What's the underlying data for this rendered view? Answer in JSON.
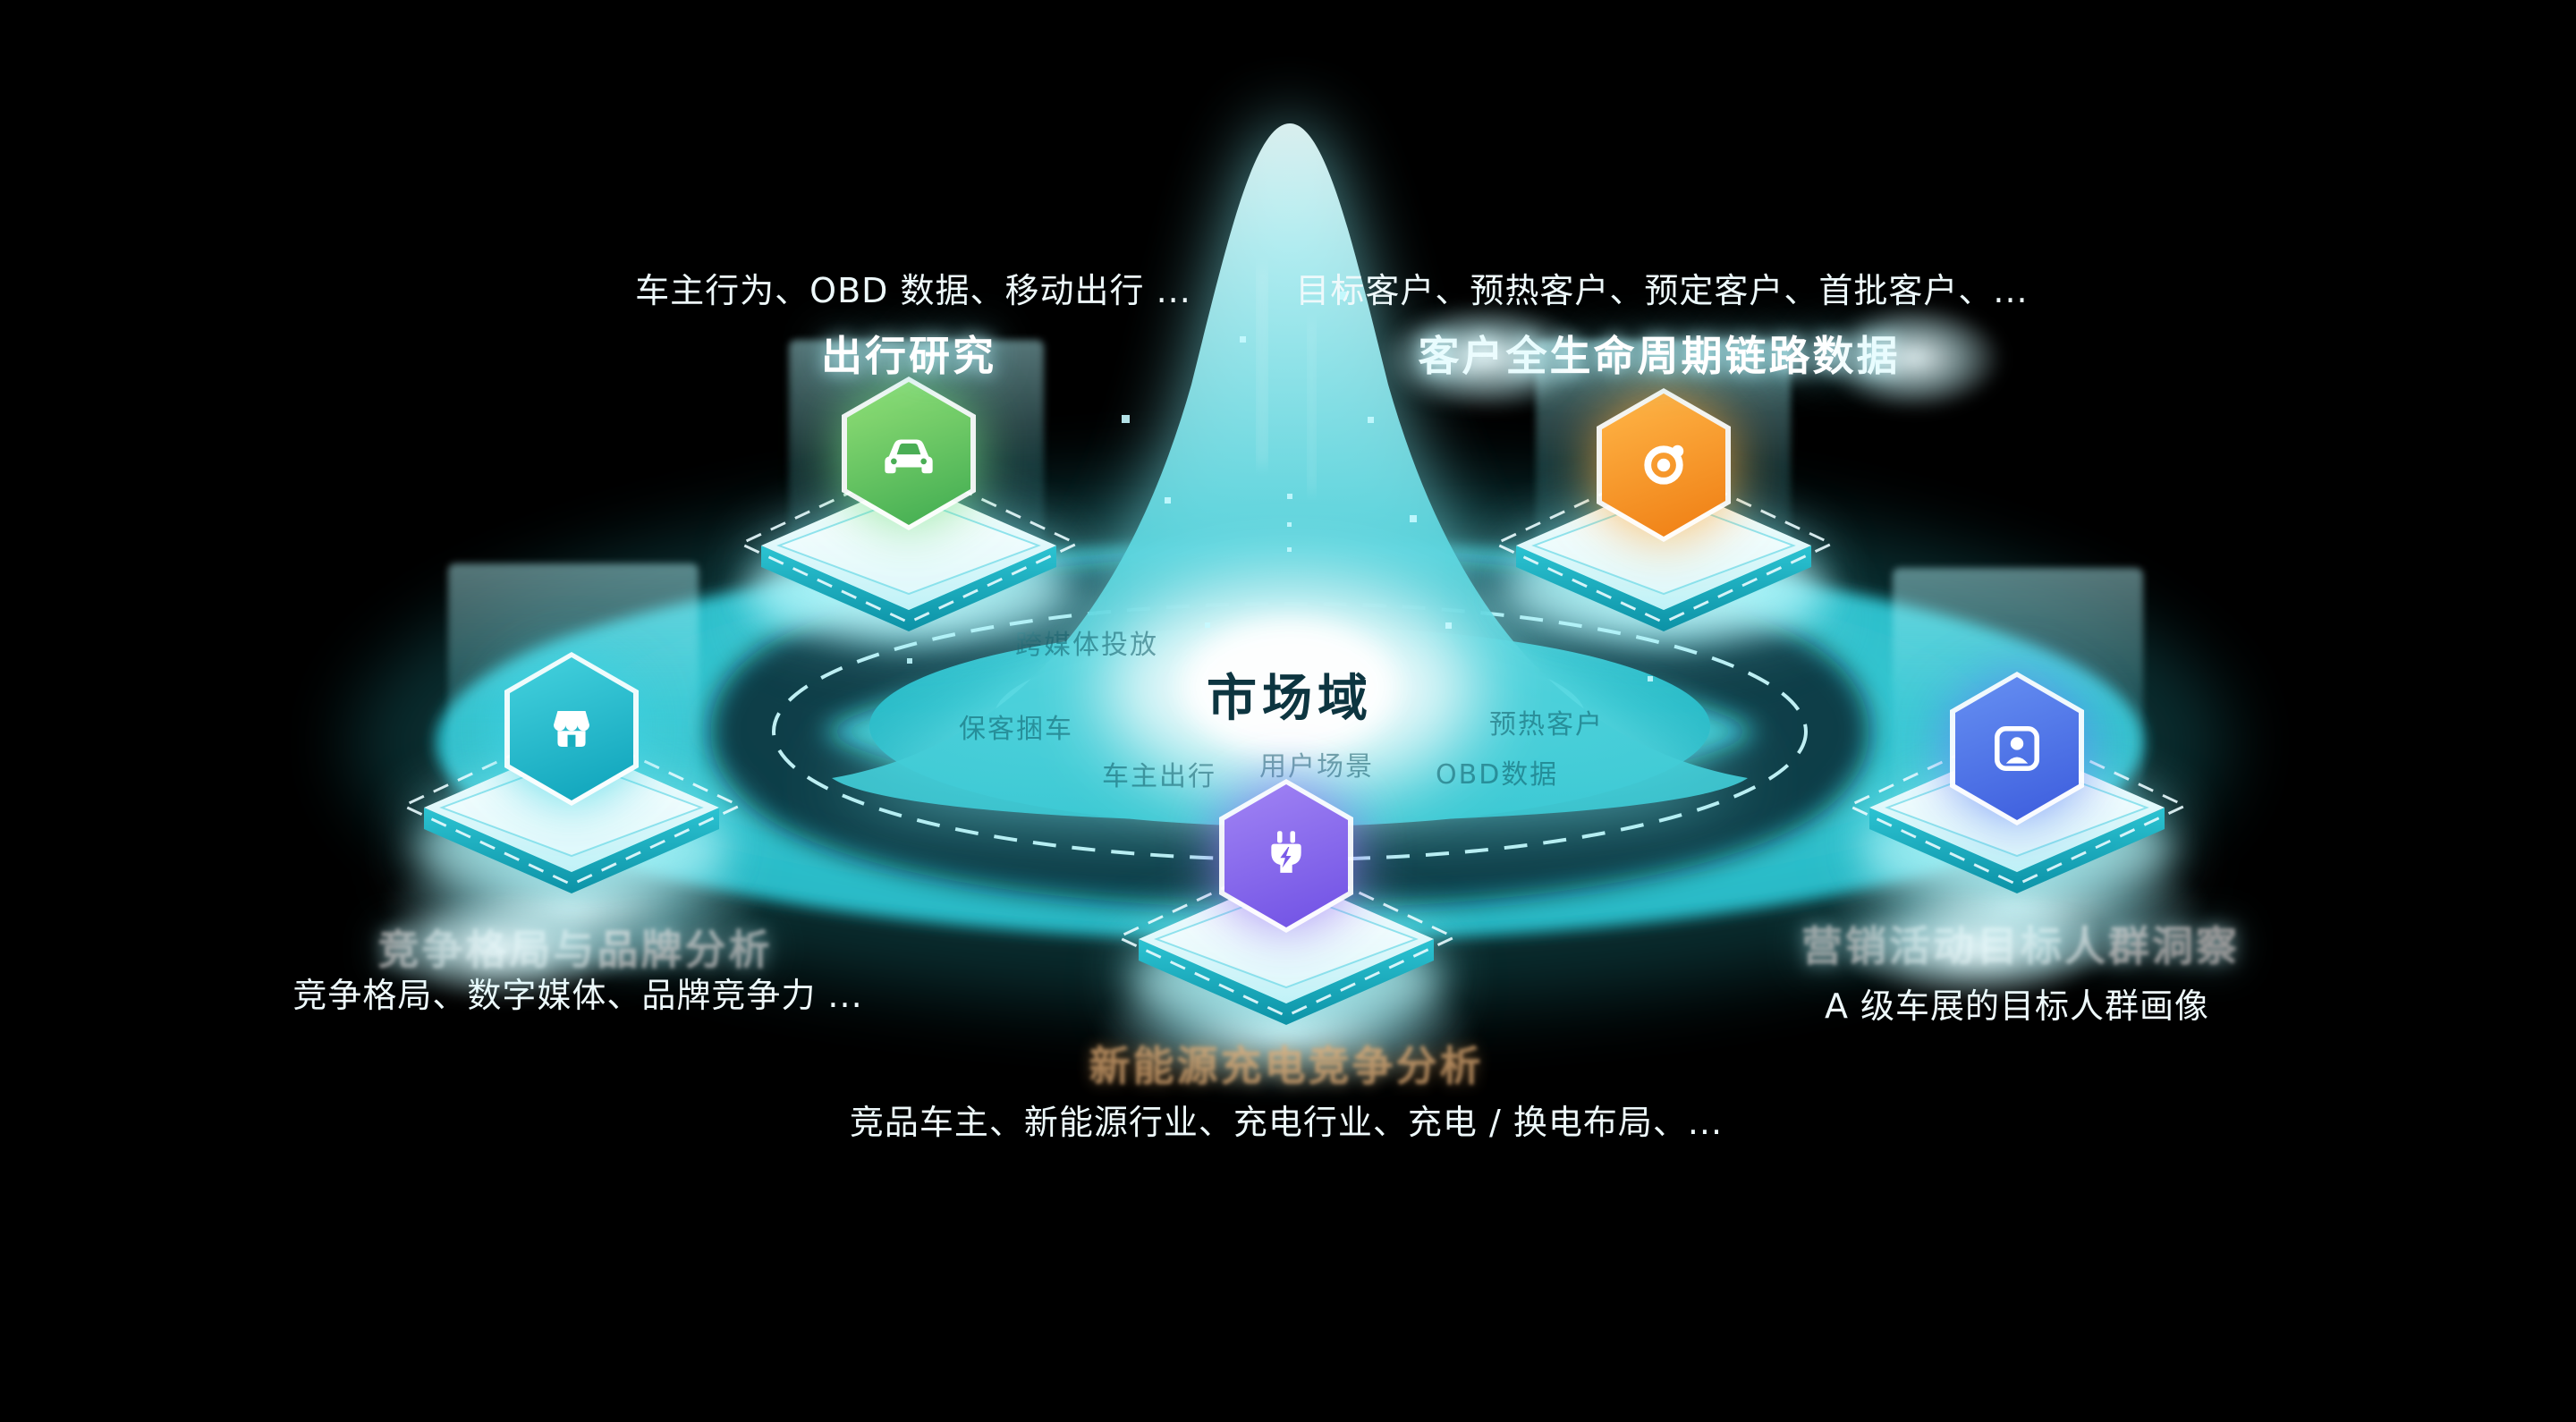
{
  "scene": {
    "center": {
      "label": "市场域"
    },
    "nodes": [
      {
        "id": "travel",
        "title": "出行研究",
        "subtitle": "车主行为、OBD 数据、移动出行 ...",
        "icon": "car-icon",
        "color": "#4fb85a"
      },
      {
        "id": "lifecycle",
        "title": "客户全生命周期链路数据",
        "subtitle": "目标客户、预热客户、预定客户、首批客户、...",
        "icon": "orbit-icon",
        "color": "#f29a1b"
      },
      {
        "id": "competition",
        "title": "竞争格局与品牌分析",
        "subtitle": "竞争格局、数字媒体、品牌竞争力 ...",
        "icon": "store-icon",
        "color": "#27c3d4"
      },
      {
        "id": "charging",
        "title": "新能源充电竞争分析",
        "subtitle": "竞品车主、新能源行业、充电行业、充电 / 换电布局、...",
        "icon": "plug-icon",
        "color": "#8165ec"
      },
      {
        "id": "persona",
        "title": "营销活动目标人群洞察",
        "subtitle": "A 级车展的目标人群画像",
        "icon": "person-icon",
        "color": "#4a6be6"
      }
    ],
    "floating_labels": [
      "跨媒体投放",
      "保客捆车",
      "车主出行",
      "用户场景",
      "OBD数据",
      "预热客户"
    ],
    "colors": {
      "disc": "#35c9d4",
      "glow": "#bff7fb",
      "background": "#000000"
    }
  }
}
